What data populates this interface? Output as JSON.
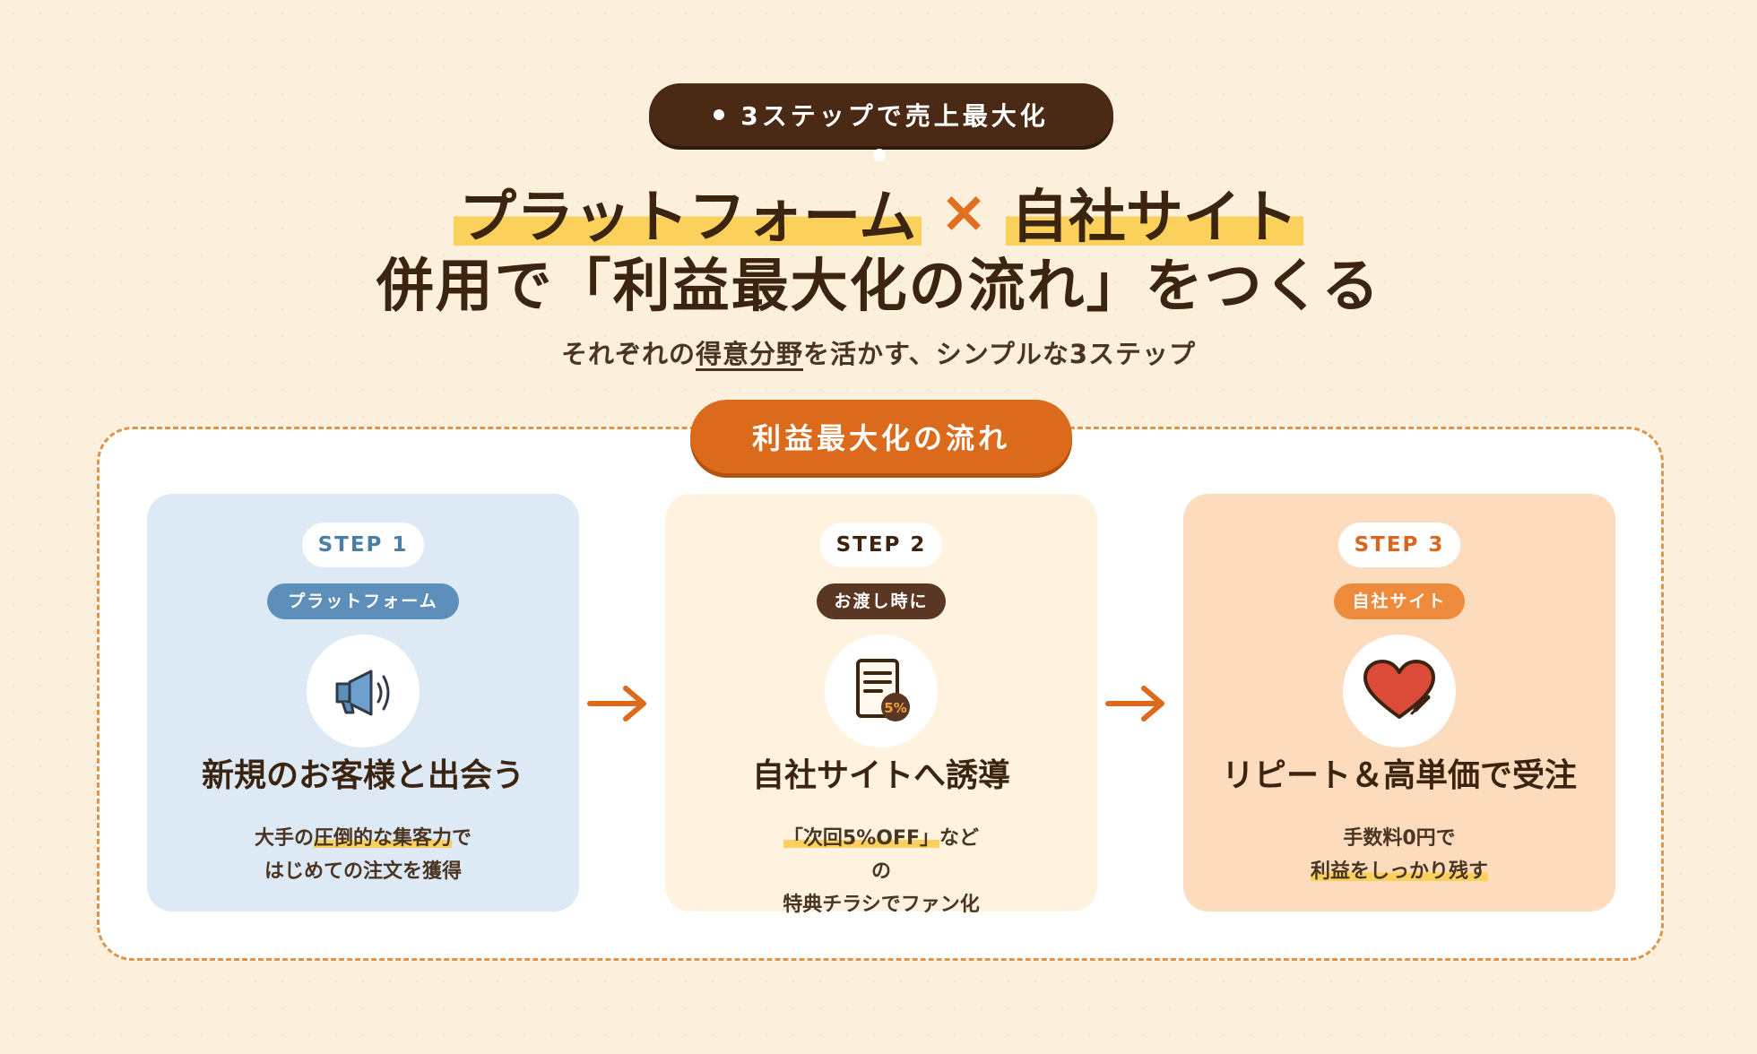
{
  "header": {
    "pill_label": "3ステップで売上最大化"
  },
  "title": {
    "part1": "プラットフォーム",
    "times": "×",
    "part2": "自社サイト",
    "line2": "併用で「利益最大化の流れ」をつくる"
  },
  "subtitle": {
    "before": "それぞれの",
    "underlined": "得意分野",
    "after": "を活かす、シンプルな3ステップ"
  },
  "flow_label": "利益最大化の流れ",
  "colors": {
    "background": "#fcf0dc",
    "dark_brown": "#4a2a14",
    "orange": "#dc6a1c",
    "blue": "#5d8fba",
    "highlight": "#fbd15c"
  },
  "steps": [
    {
      "step": "STEP 1",
      "tag": "プラットフォーム",
      "icon": "megaphone-icon",
      "title": "新規のお客様と出会う",
      "desc_line1_a": "大手の",
      "desc_line1_mark": "圧倒的な集客力",
      "desc_line1_b": "で",
      "desc_line2": "はじめての注文を獲得"
    },
    {
      "step": "STEP 2",
      "tag": "お渡し時に",
      "icon": "coupon-flyer-icon",
      "icon_text": "5%",
      "title": "自社サイトへ誘導",
      "desc_line1_mark": "「次回5%OFF」",
      "desc_line1_b": "など",
      "desc_line2": "の",
      "desc_line3": "特典チラシでファン化"
    },
    {
      "step": "STEP 3",
      "tag": "自社サイト",
      "icon": "heart-icon",
      "title": "リピート＆高単価で受注",
      "desc_line1": "手数料0円で",
      "desc_line2_mark": "利益をしっかり残す"
    }
  ]
}
